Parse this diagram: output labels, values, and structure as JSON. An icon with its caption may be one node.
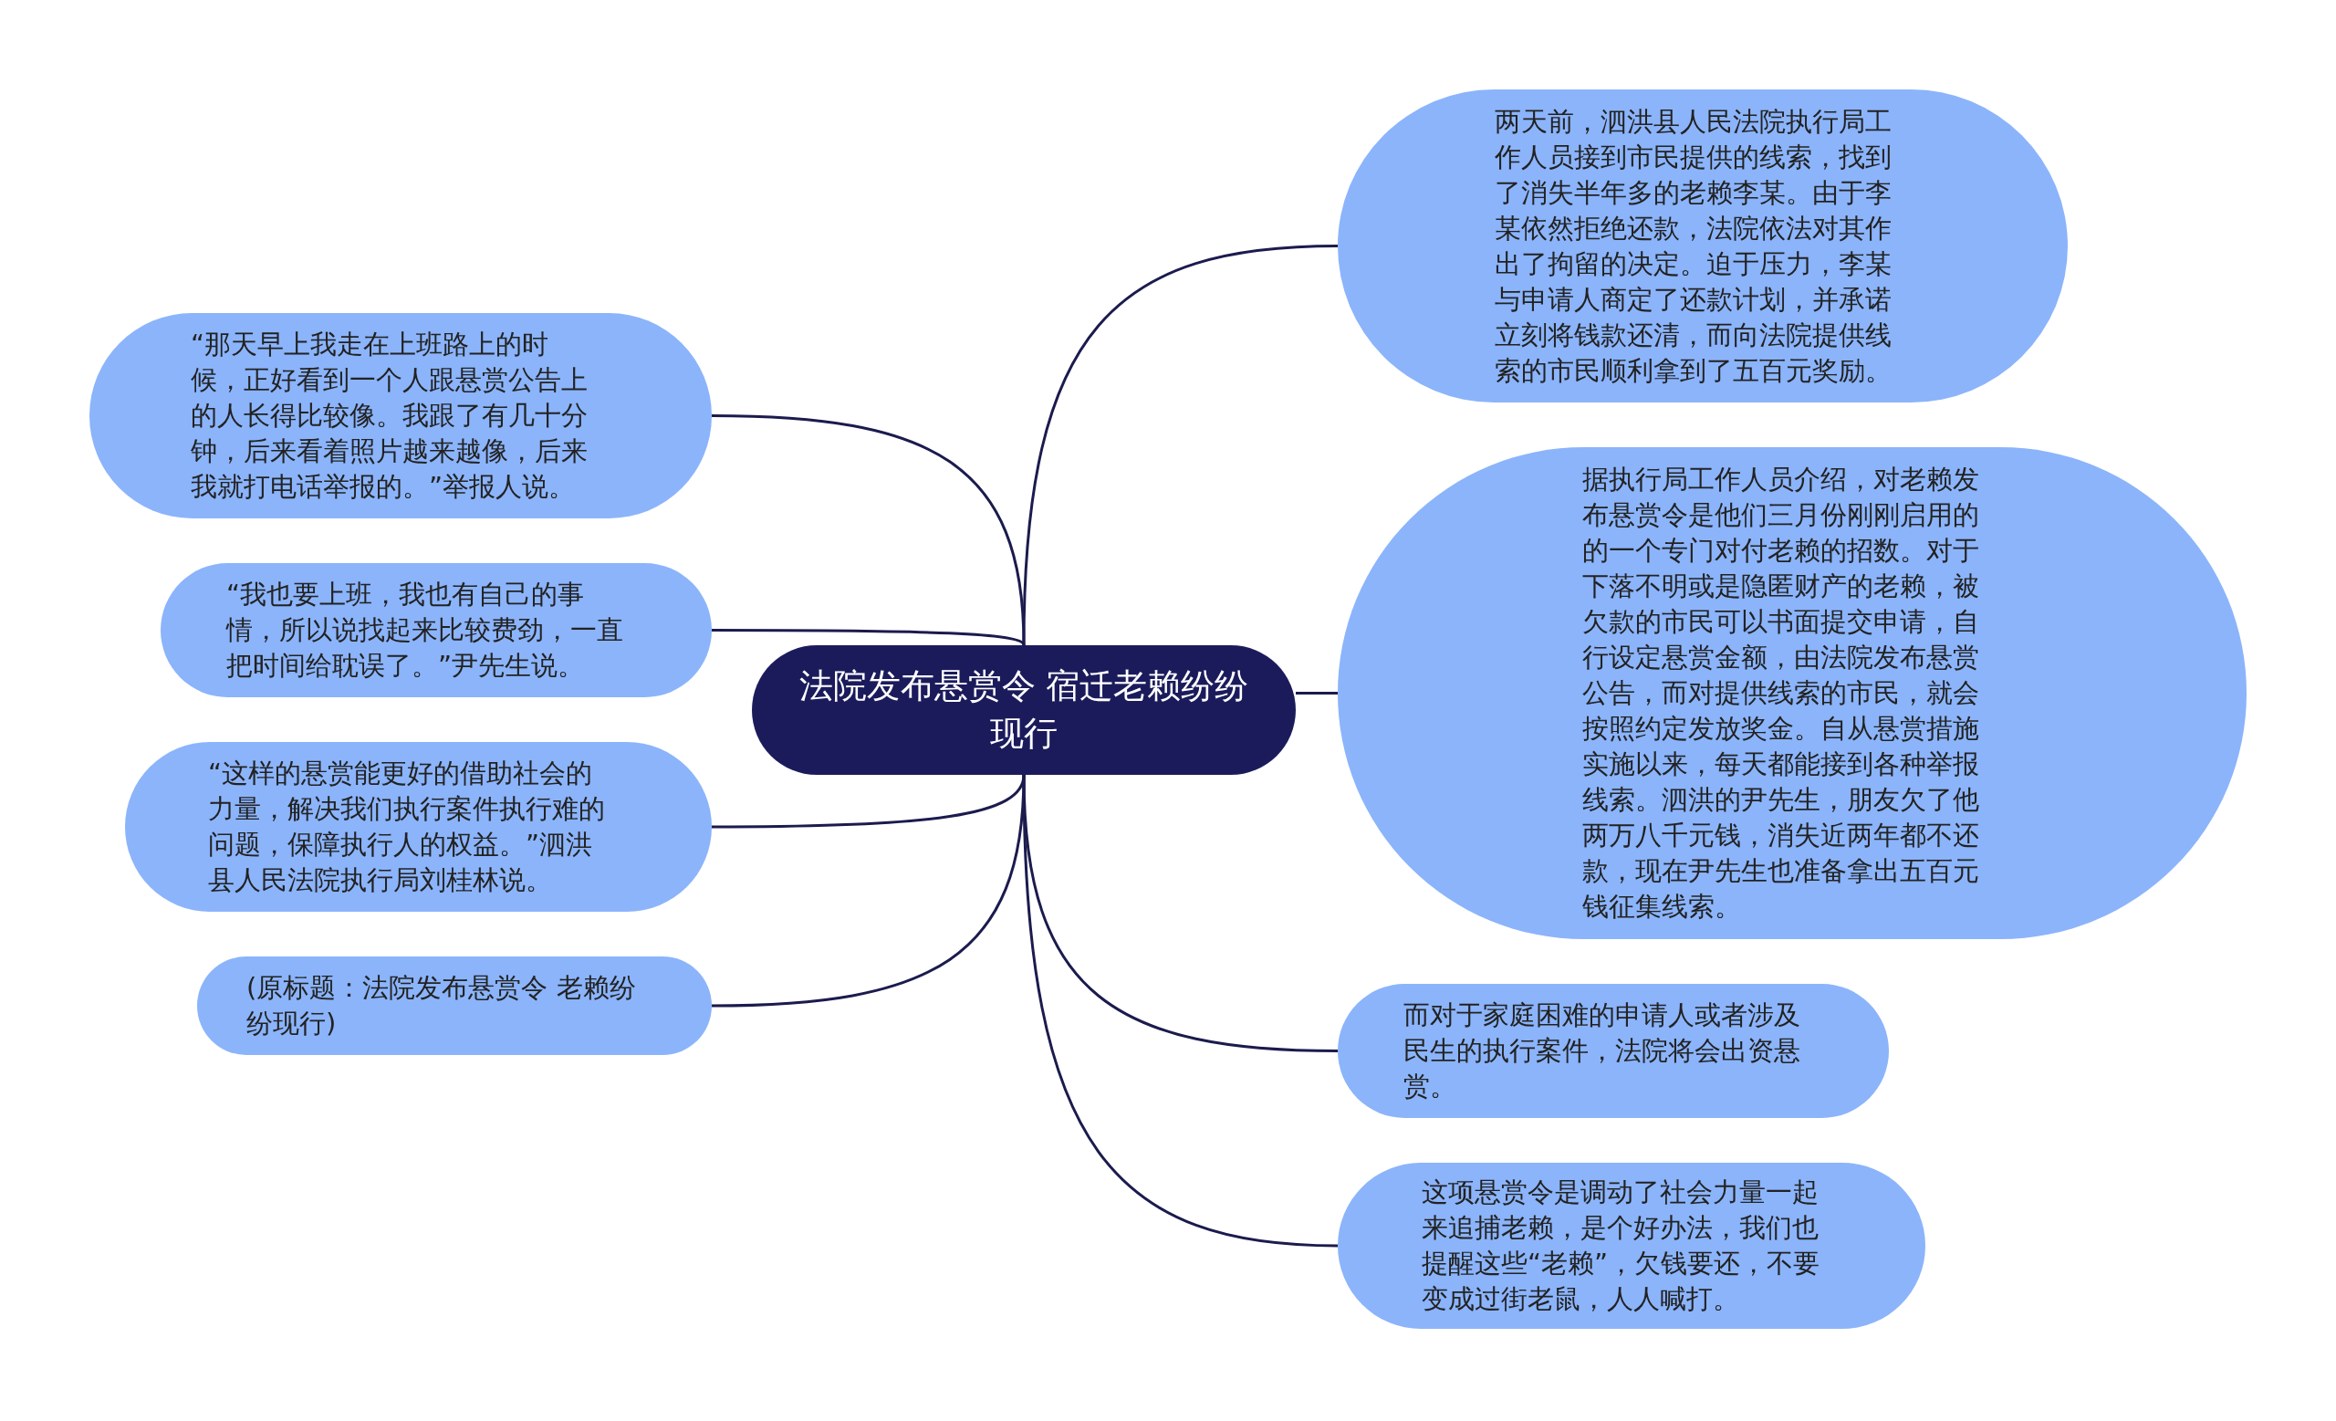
{
  "diagram": {
    "nodes": [
      {
        "text": [
          "法院发布悬赏令 宿迁老赖纷纷现行"
        ]
      },
      {
        "text": [
          "两天前，泗洪县人民法院执行局工作人员接到市民提供的线索，找到了消失半年多的老赖李某。由于李某依然拒绝还款，法院依法对其作出了拘留的决定。迫于压力，李某与申请人商定了还款计划，并承诺立刻将钱款还清，而向法院提供线索的市民顺利拿到了五百元奖励。"
        ]
      },
      {
        "text": [
          "据执行局工作人员介绍，对老赖发布悬赏令是他们三月份刚刚启用的的一个专门对付老赖的招数。对于下落不明或是隐匿财产的老赖，被欠款的市民可以书面提交申请，自行设定悬赏金额，由法院发布悬赏公告，而对提供线索的市民，就会按照约定发放奖金。自从悬赏措施实施以来，每天都能接到各种举报线索。泗洪的尹先生，朋友欠了他两万八千元钱，消失近两年都不还款，现在尹先生也准备拿出五百元钱征集线索。"
        ]
      },
      {
        "text": [
          "而对于家庭困难的申请人或者涉及民生的执行案件，法院将会出资悬赏。"
        ]
      },
      {
        "text": [
          "这项悬赏令是调动了社会力量一起来追捕老赖，是个好办法，我们也提醒这些“老赖”，欠钱要还，不要变成过街老鼠，人人喊打。"
        ]
      },
      {
        "text": [
          "“那天早上我走在上班路上的时候，正好看到一个人跟悬赏公告上的人长得比较像。我跟了有几十分钟，后来看着照片越来越像，后来我就打电话举报的。”举报人说。"
        ]
      },
      {
        "text": [
          "“我也要上班，我也有自己的事情，所以说找起来比较费劲，一直把时间给耽误了。”尹先生说。"
        ]
      },
      {
        "text": [
          "“这样的悬赏能更好的借助社会的力量，解决我们执行案件执行难的问题，保障执行人的权益。”泗洪县人民法院执行局刘桂林说。"
        ]
      },
      {
        "text": [
          "(原标题：法院发布悬赏令 老赖纷纷现行)"
        ]
      }
    ],
    "edges": [
      {
        "from": 0,
        "to": 1,
        "arrow": "none"
      },
      {
        "from": 0,
        "to": 2,
        "arrow": "none"
      },
      {
        "from": 0,
        "to": 3,
        "arrow": "none"
      },
      {
        "from": 0,
        "to": 4,
        "arrow": "none"
      },
      {
        "from": 0,
        "to": 5,
        "arrow": "none"
      },
      {
        "from": 0,
        "to": 6,
        "arrow": "none"
      },
      {
        "from": 0,
        "to": 7,
        "arrow": "none"
      },
      {
        "from": 0,
        "to": 8,
        "arrow": "none"
      }
    ]
  }
}
